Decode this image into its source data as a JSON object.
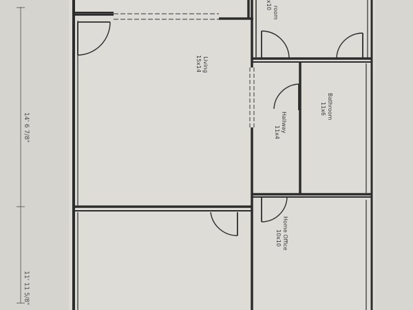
{
  "rooms": {
    "bedroom_top_partial": {
      "line1": "room",
      "line2": "x10"
    },
    "living": {
      "line1": "Living",
      "line2": "15x14"
    },
    "bathroom": {
      "line1": "Bathroom",
      "line2": "11x6"
    },
    "hallway": {
      "line1": "Hallway",
      "line2": "11x4"
    },
    "home_office": {
      "line1": "Home Office",
      "line2": "10x10"
    }
  },
  "dimensions": {
    "left_upper": "14' 6 7/8\"",
    "left_lower": "11' 11 5/8\""
  },
  "colors": {
    "paper": "#e2e0db",
    "margin": "#cfcdc8",
    "wall": "#2c2c2c",
    "window": "#5a5a5a",
    "dim_line": "#555555"
  }
}
